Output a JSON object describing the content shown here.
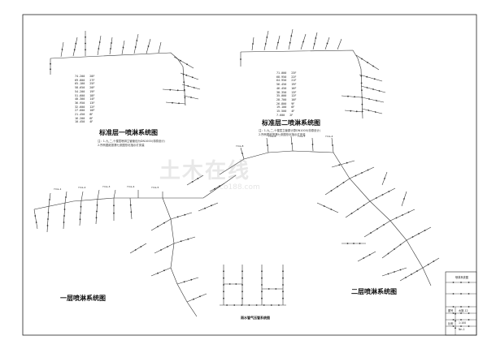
{
  "drawing": {
    "titles": {
      "std_floor_1": "标准层一喷淋系统图",
      "std_floor_2": "标准层二喷淋系统图",
      "floor_1": "一层喷淋系统图",
      "floor_2": "二层喷淋系统图",
      "small_system": "雨水管气压管系统图"
    },
    "notes_1": [
      "注：1.九,二,十楼层喷淋立管管径为DN1000(非原设计)",
      "2.所有图纸按第七张图形化指示灯安装"
    ],
    "notes_2": [
      "注：1.九,二,十楼层立管原计算DN1000(非原设计)",
      "2.所有图纸按第七张图形化指示灯安装"
    ],
    "floor_table_1": {
      "levels": [
        "74.200",
        "69.800",
        "65.100",
        "58.650",
        "54.200",
        "51.600",
        "40.300",
        "36.950",
        "32.600",
        "27.600",
        "21.450",
        "16.200",
        "10.450"
      ],
      "floors": [
        "28F",
        "27F",
        "25F",
        "20F",
        "19F",
        "18F",
        "14F",
        "13F",
        "12F",
        "10F",
        "8F",
        "6F",
        "4F"
      ]
    },
    "floor_table_2": {
      "levels": [
        "71.000",
        "68.950",
        "64.950",
        "56.450",
        "46.450",
        "38.350",
        "35.000",
        "28.700",
        "26.800",
        "19.100",
        "15.500",
        "7.600"
      ],
      "floors": [
        "23F",
        "22F",
        "21F",
        "19F",
        "16F",
        "13F",
        "12F",
        "10F",
        "9F",
        "6F",
        "4F",
        "2F"
      ]
    },
    "tags_left": [
      "YmL-1",
      "YmL-2",
      "YmL-3",
      "YmL-4",
      "YmL-5",
      "YmL-6",
      "YmL-7"
    ],
    "tags_right": [
      "YmL-8",
      "YmL-8",
      "YmL-7",
      "YmL-4"
    ],
    "watermark": "土木在线",
    "watermark_sub": "co188.com"
  },
  "title_block": {
    "rows": [
      "喷淋系统图",
      "",
      "",
      "",
      "",
      "",
      "",
      "",
      "图号",
      "比例"
    ],
    "drawing_no": "水施-12",
    "scale": "1:100",
    "sheet": "Nn-1"
  },
  "colors": {
    "line": "#333333",
    "frame": "#222222",
    "background": "#ffffff"
  }
}
